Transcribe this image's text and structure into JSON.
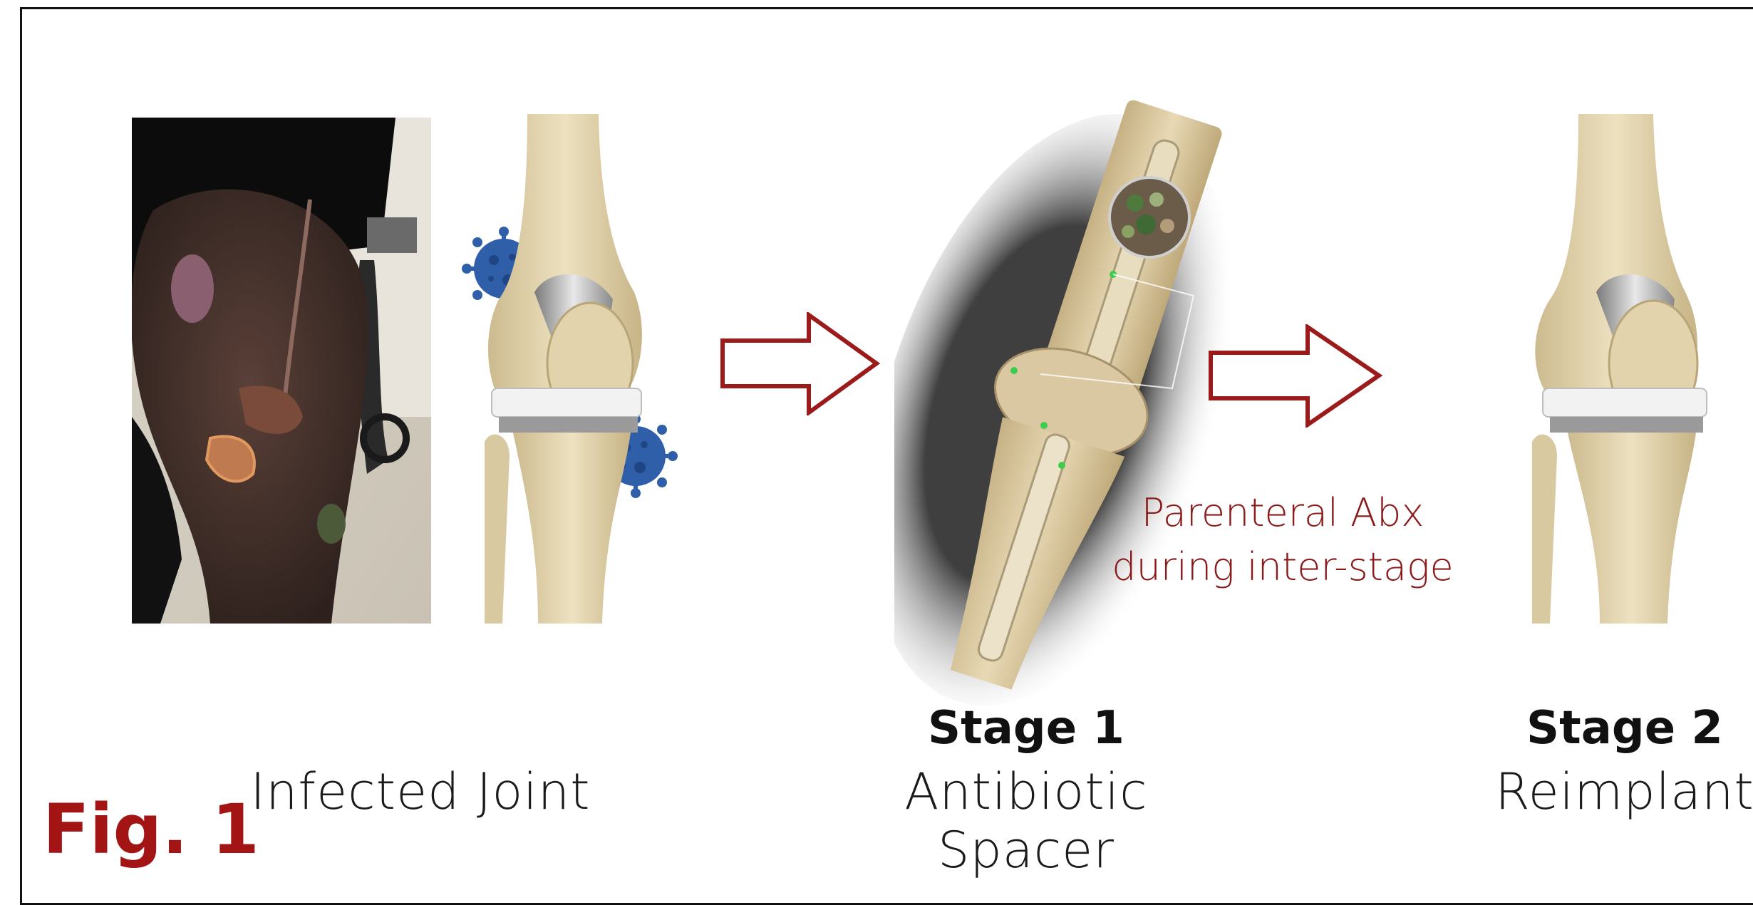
{
  "labels": {
    "infected": "Infected Joint",
    "stage1_title": "Stage 1",
    "stage1_sub": "Antibiotic Spacer",
    "stage2_title": "Stage 2",
    "stage2_sub": "Reimplant",
    "interstage_line1": "Parenteral Abx",
    "interstage_line2": "during inter-stage",
    "figure": "Fig. 1"
  },
  "colors": {
    "arrow": "#9b1b1b",
    "accent_text": "#8b1a1a",
    "figure_label": "#a31515",
    "bone": "#e6d8b3",
    "bacteria": "#2f5fa8"
  },
  "icons": [
    "patient-knee-photo",
    "bacteria-icon",
    "knee-implant-illustration",
    "hollow-arrow-right",
    "antibiotic-spacer-illustration",
    "magnified-bead-inset"
  ]
}
